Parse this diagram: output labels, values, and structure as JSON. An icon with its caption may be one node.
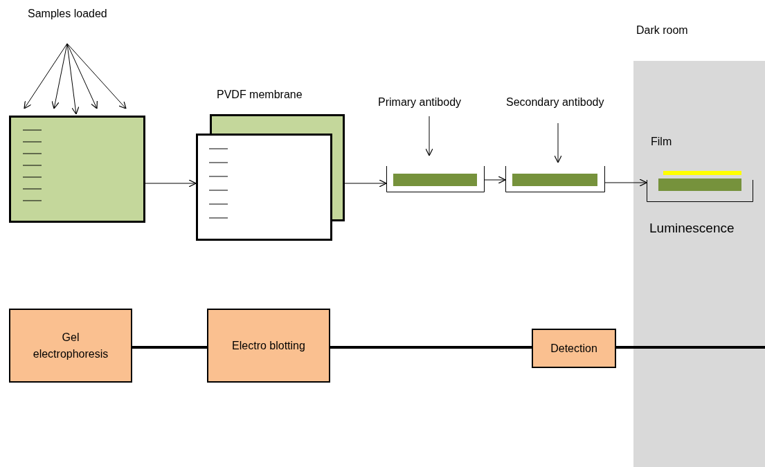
{
  "diagram": {
    "nodes": [
      {
        "text": [
          "Samples loaded"
        ]
      },
      {
        "text": [],
        "shape": "box"
      },
      {
        "text": [],
        "shape": "box"
      },
      {
        "text": [],
        "shape": "box"
      },
      {
        "text": [
          "Primary antibody"
        ]
      },
      {
        "text": [],
        "shape": "box"
      },
      {
        "text": [
          "Secondary antibody"
        ]
      },
      {
        "text": [],
        "shape": "box"
      },
      {
        "text": [
          "Dark room"
        ]
      },
      {
        "text": [],
        "shape": "box",
        "in": 8
      },
      {
        "text": [
          "Gel electrophoresis"
        ]
      },
      {
        "text": [
          "Electro blotting"
        ]
      },
      {
        "text": [
          "Detection"
        ]
      }
    ],
    "edges": [
      {
        "from": 0,
        "to": 1,
        "arrow": "to"
      },
      {
        "from": 0,
        "to": 1,
        "arrow": "to"
      },
      {
        "from": 0,
        "to": 1,
        "arrow": "to"
      },
      {
        "from": 0,
        "to": 1,
        "arrow": "to"
      },
      {
        "from": 0,
        "to": 1,
        "arrow": "to"
      },
      {
        "from": 1,
        "to": 3,
        "arrow": "to"
      },
      {
        "from": 4,
        "to": 5,
        "arrow": "to"
      },
      {
        "from": 2,
        "to": 5,
        "arrow": "to"
      },
      {
        "from": 6,
        "to": 7,
        "arrow": "to"
      },
      {
        "from": 5,
        "to": 7,
        "arrow": "to"
      },
      {
        "from": 7,
        "to": 9,
        "arrow": "to"
      },
      {
        "from": 10,
        "to": 11,
        "arrow": "none",
        "style": "thick"
      },
      {
        "from": 11,
        "to": 12,
        "arrow": "none",
        "style": "thick"
      },
      {
        "from": 12,
        "to": 8,
        "arrow": "none",
        "style": "thick"
      }
    ],
    "labels": [
      "PVDF membrane",
      "Film",
      "Luminescence"
    ]
  }
}
